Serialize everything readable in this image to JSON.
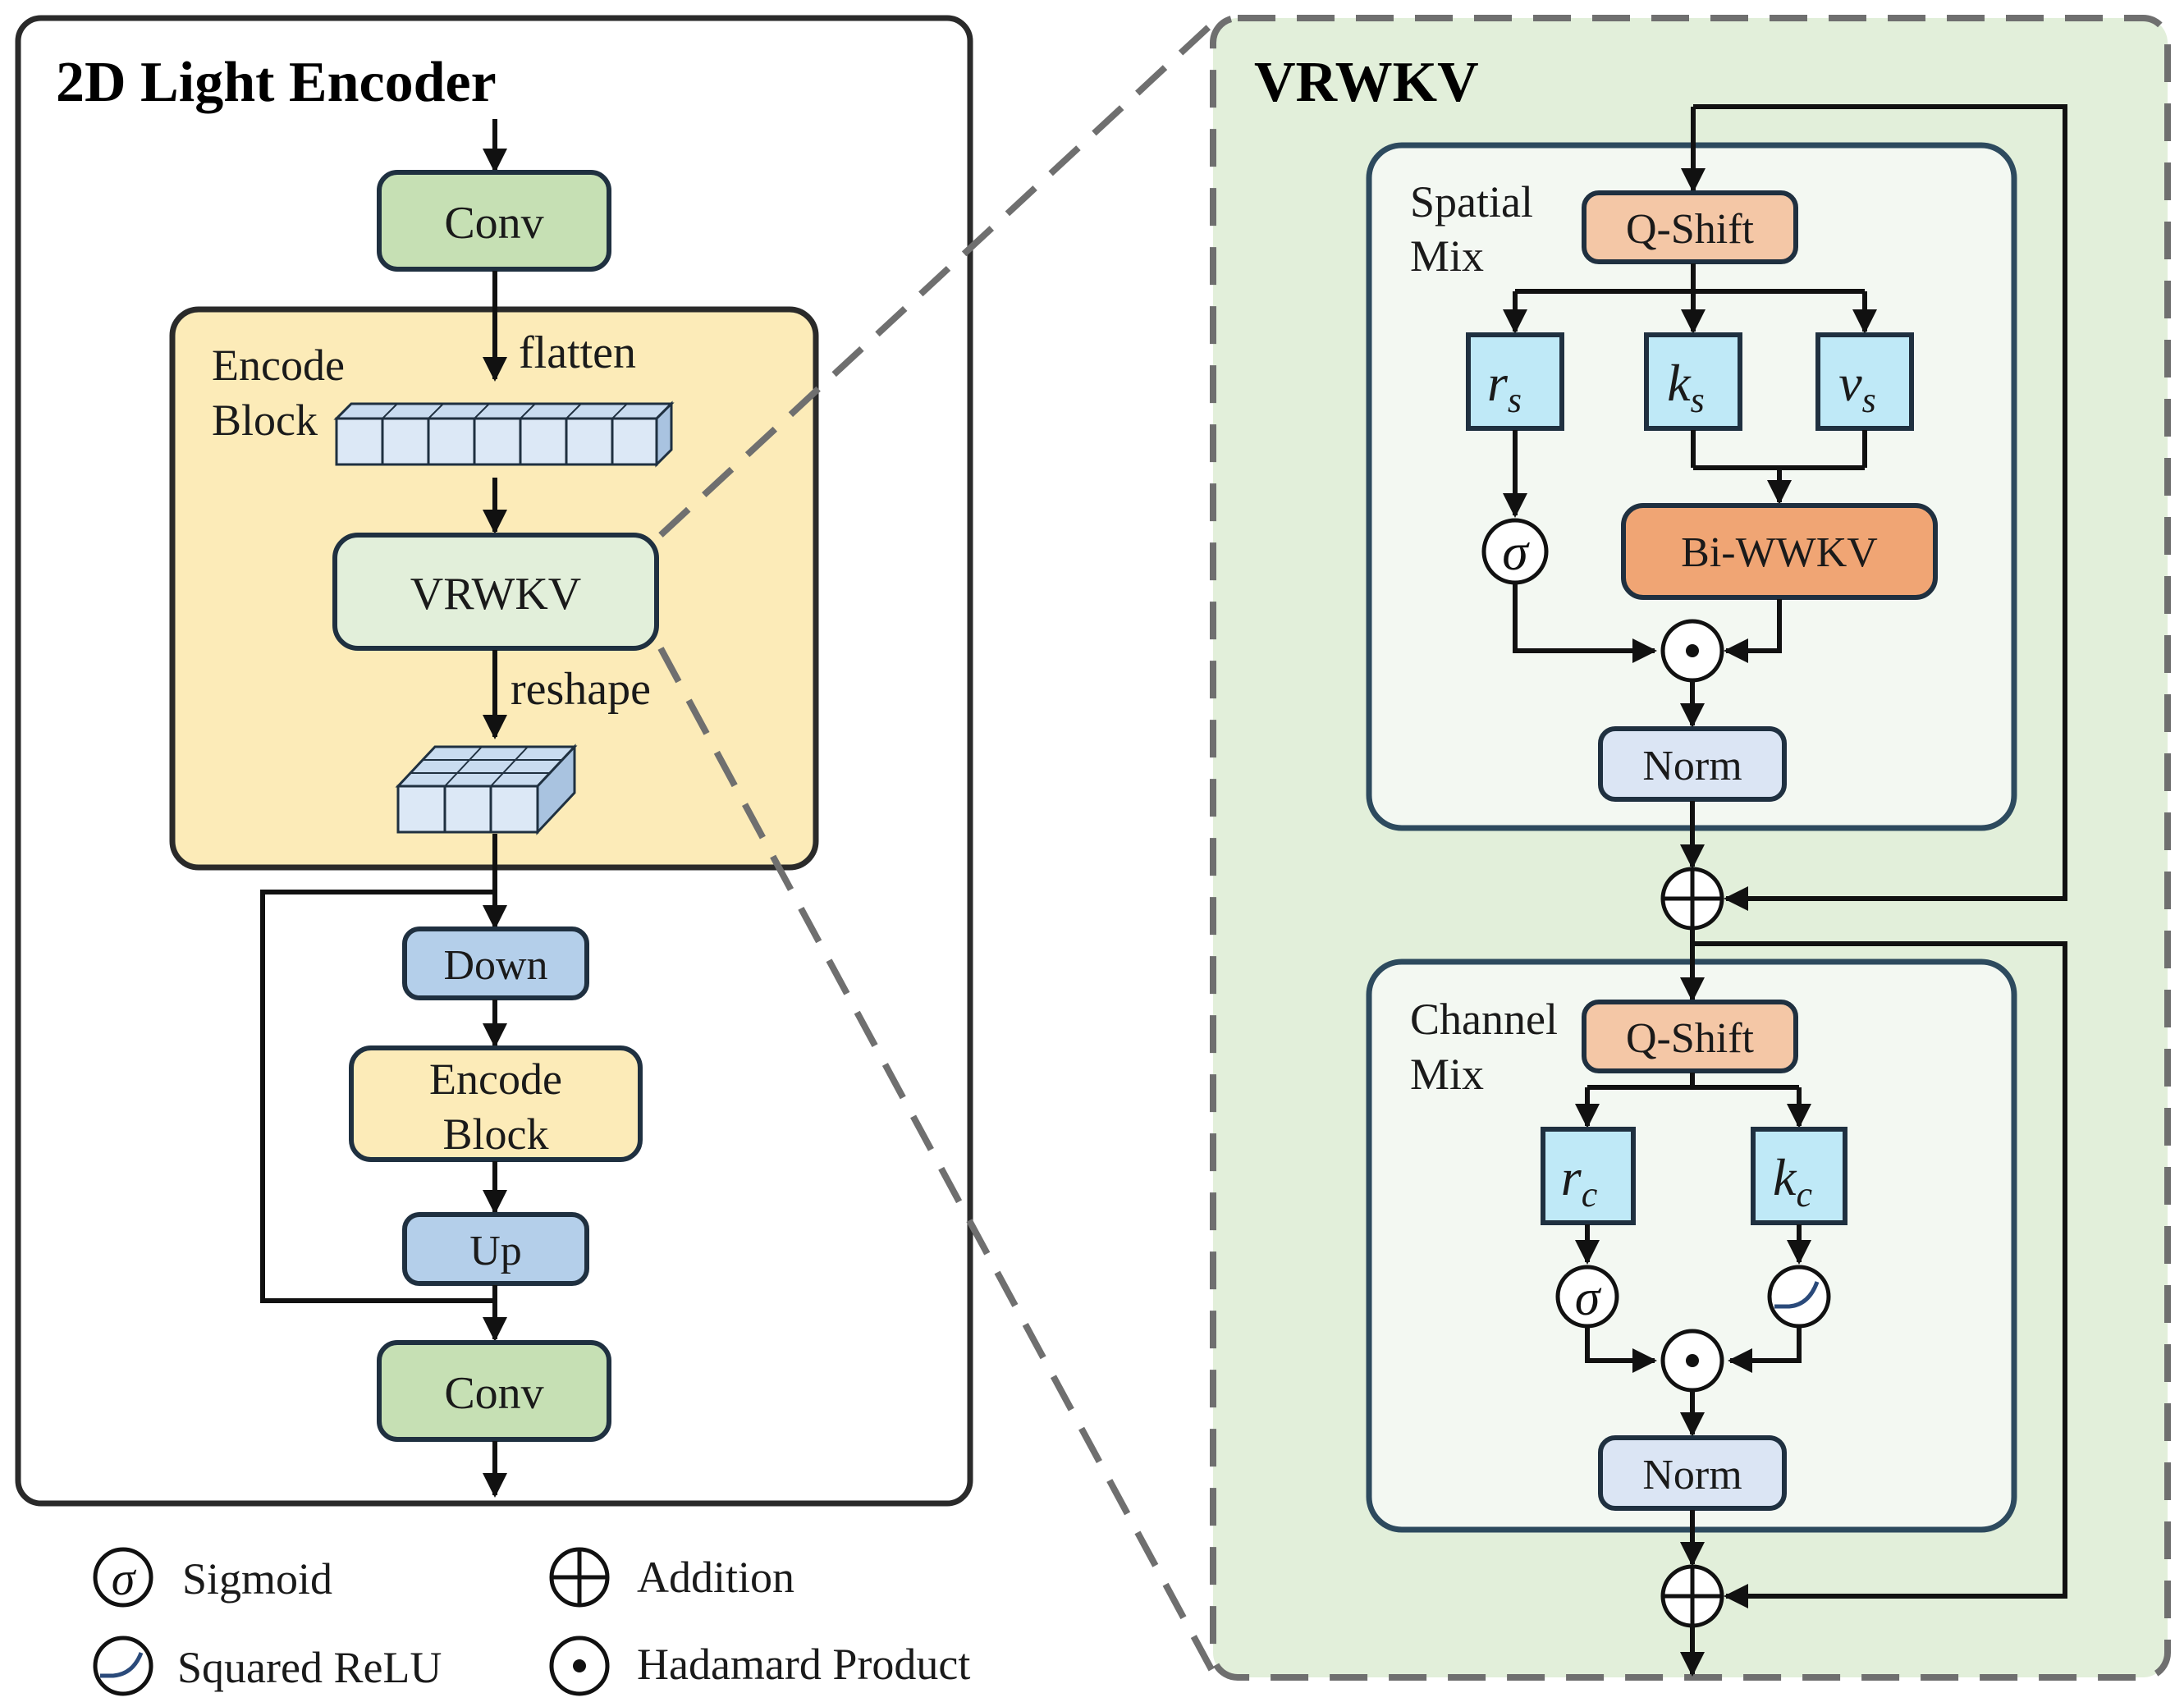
{
  "encoder": {
    "title": "2D Light Encoder",
    "conv_top": "Conv",
    "encode_block_label_line1": "Encode",
    "encode_block_label_line2": "Block",
    "flatten": "flatten",
    "vrwkv": "VRWKV",
    "reshape": "reshape",
    "down": "Down",
    "inner_block_line1": "Encode",
    "inner_block_line2": "Block",
    "up": "Up",
    "conv_bottom": "Conv"
  },
  "vrwkv_detail": {
    "title": "VRWKV",
    "spatial_mix_line1": "Spatial",
    "spatial_mix_line2": "Mix",
    "qshift_spatial": "Q-Shift",
    "r_s": "r",
    "r_s_sub": "s",
    "k_s": "k",
    "k_s_sub": "s",
    "v_s": "v",
    "v_s_sub": "s",
    "sigma_spatial": "σ",
    "biwkv": "Bi-WWKV",
    "norm_spatial": "Norm",
    "channel_mix_line1": "Channel",
    "channel_mix_line2": "Mix",
    "qshift_channel": "Q-Shift",
    "r_c": "r",
    "r_c_sub": "c",
    "k_c": "k",
    "k_c_sub": "c",
    "sigma_channel": "σ",
    "norm_channel": "Norm"
  },
  "legend": {
    "sigmoid": "Sigmoid",
    "squared_relu": "Squared ReLU",
    "addition": "Addition",
    "hadamard": "Hadamard Product"
  },
  "colors": {
    "conv_fill": "#c6e0b4",
    "encode_block_fill": "#fcebb8",
    "vrwkv_fill": "#e2efda",
    "down_up_fill": "#b4cfea",
    "detail_panel_fill": "#e2efda",
    "mix_panel_fill": "#f3f8f2",
    "qshift_fill": "#f4c7a6",
    "biwkv_fill": "#f0a574",
    "rkv_fill": "#bfe9f7",
    "norm_fill": "#dbe5f4",
    "stroke": "#1f3040",
    "dash": "#6f6f6f"
  }
}
